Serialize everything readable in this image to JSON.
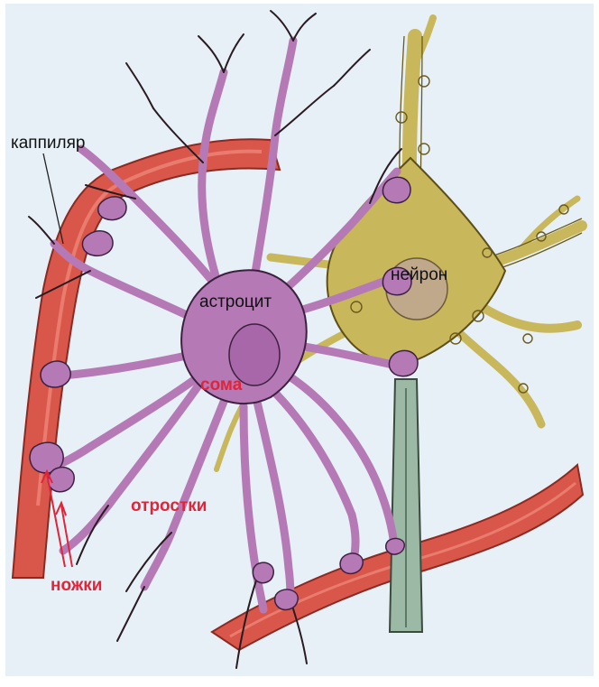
{
  "labels": {
    "capillary": "каппиляр",
    "astrocyte": "астроцит",
    "neuron": "нейрон",
    "soma": "сома",
    "processes": "отростки",
    "feet": "ножки"
  },
  "colors": {
    "background": "#e6f0f6",
    "capillary": "#d9574a",
    "astrocyte": "#b57ab6",
    "neuron": "#c9b75c",
    "axon": "#9cb9a6",
    "outline": "#2a1a22",
    "red_label": "#e0243a"
  }
}
